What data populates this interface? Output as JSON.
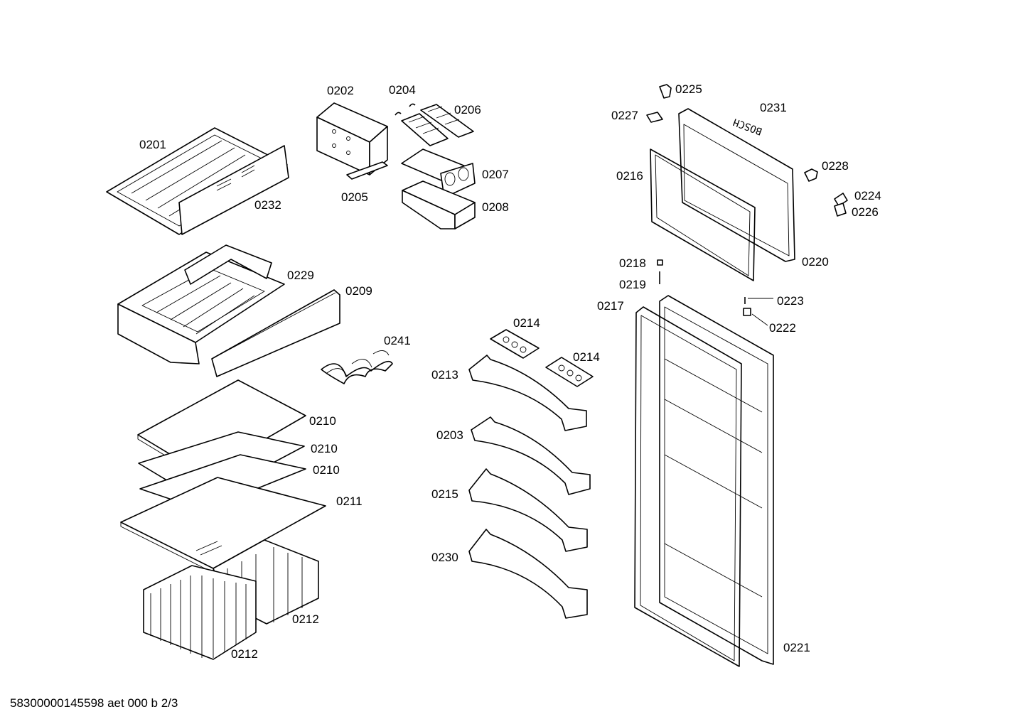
{
  "labels": {
    "p0201": "0201",
    "p0202": "0202",
    "p0204": "0204",
    "p0206": "0206",
    "p0205": "0205",
    "p0207": "0207",
    "p0208": "0208",
    "p0232": "0232",
    "p0229": "0229",
    "p0209": "0209",
    "p0241": "0241",
    "p0210a": "0210",
    "p0210b": "0210",
    "p0210c": "0210",
    "p0211": "0211",
    "p0212a": "0212",
    "p0212b": "0212",
    "p0214a": "0214",
    "p0214b": "0214",
    "p0213": "0213",
    "p0203": "0203",
    "p0215": "0215",
    "p0230": "0230",
    "p0225": "0225",
    "p0227": "0227",
    "p0231": "0231",
    "p0228": "0228",
    "p0216": "0216",
    "p0224": "0224",
    "p0226": "0226",
    "p0220": "0220",
    "p0218": "0218",
    "p0219": "0219",
    "p0217": "0217",
    "p0223": "0223",
    "p0222": "0222",
    "p0221": "0221"
  },
  "brand_mark": "BOSCH",
  "footer": "58300000145598 aet 000 b 2/3"
}
